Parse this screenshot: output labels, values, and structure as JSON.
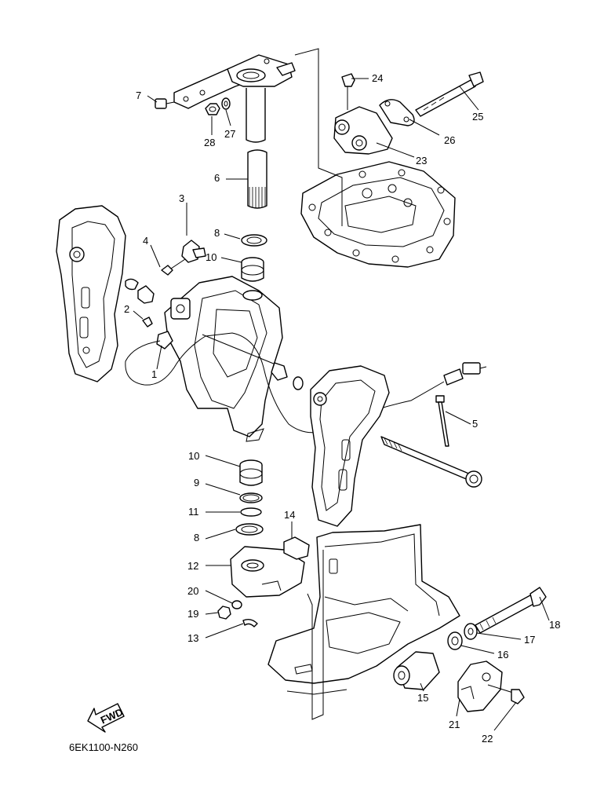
{
  "callouts": [
    {
      "id": "c7",
      "text": "7"
    },
    {
      "id": "c24",
      "text": "24"
    },
    {
      "id": "c25",
      "text": "25"
    },
    {
      "id": "c26",
      "text": "26"
    },
    {
      "id": "c23",
      "text": "23"
    },
    {
      "id": "c27",
      "text": "27"
    },
    {
      "id": "c28",
      "text": "28"
    },
    {
      "id": "c6",
      "text": "6"
    },
    {
      "id": "c3",
      "text": "3"
    },
    {
      "id": "c4",
      "text": "4"
    },
    {
      "id": "c8a",
      "text": "8"
    },
    {
      "id": "c10a",
      "text": "10"
    },
    {
      "id": "c2",
      "text": "2"
    },
    {
      "id": "c1",
      "text": "1"
    },
    {
      "id": "c5",
      "text": "5"
    },
    {
      "id": "c10b",
      "text": "10"
    },
    {
      "id": "c9",
      "text": "9"
    },
    {
      "id": "c11",
      "text": "11"
    },
    {
      "id": "c8b",
      "text": "8"
    },
    {
      "id": "c14",
      "text": "14"
    },
    {
      "id": "c12",
      "text": "12"
    },
    {
      "id": "c20",
      "text": "20"
    },
    {
      "id": "c19",
      "text": "19"
    },
    {
      "id": "c13",
      "text": "13"
    },
    {
      "id": "c18",
      "text": "18"
    },
    {
      "id": "c17",
      "text": "17"
    },
    {
      "id": "c16",
      "text": "16"
    },
    {
      "id": "c15",
      "text": "15"
    },
    {
      "id": "c21",
      "text": "21"
    },
    {
      "id": "c22",
      "text": "22"
    }
  ],
  "fwd_label": "FWD",
  "diagram_code": "6EK1100-N260"
}
